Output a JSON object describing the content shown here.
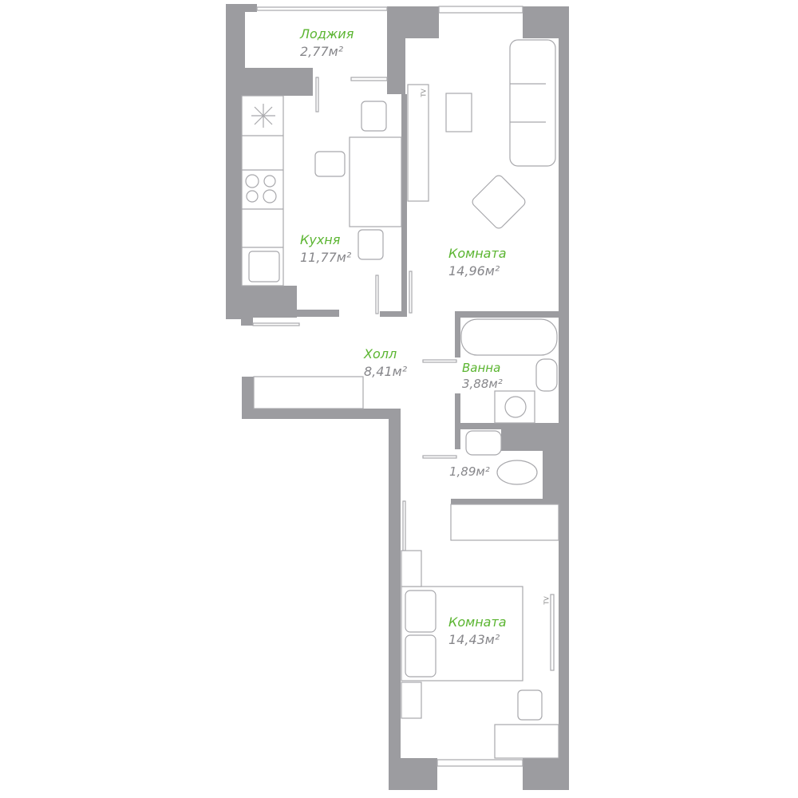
{
  "colors": {
    "wall": "#9c9ca0",
    "room_name": "#5bb531",
    "area": "#86868a"
  },
  "rooms": {
    "loggia": {
      "name": "Лоджия",
      "area": "2,77м²"
    },
    "kitchen": {
      "name": "Кухня",
      "area": "11,77м²"
    },
    "living": {
      "name": "Комната",
      "area": "14,96м²"
    },
    "hall": {
      "name": "Холл",
      "area": "8,41м²"
    },
    "bath": {
      "name": "Ванна",
      "area": "3,88м²"
    },
    "toilet": {
      "area": "1,89м²"
    },
    "bedroom": {
      "name": "Комната",
      "area": "14,43м²"
    }
  },
  "tv_label": "TV"
}
